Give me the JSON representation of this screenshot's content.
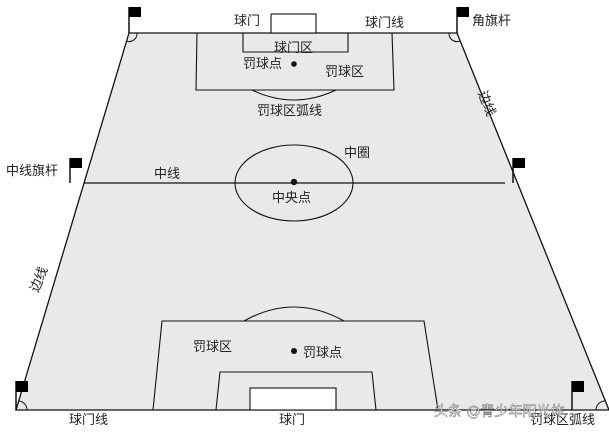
{
  "labels": {
    "goal_top": "球门",
    "goal_line_top": "球门线",
    "corner_flag": "角旗杆",
    "goal_area_top": "球门区",
    "penalty_spot_top": "罚球点",
    "penalty_area_top": "罚球区",
    "penalty_arc_top": "罚球区弧线",
    "touchline_right": "边线",
    "center_circle": "中圈",
    "halfway_flag": "中线旗杆",
    "halfway_line": "中线",
    "center_spot": "中央点",
    "touchline_left": "边线",
    "penalty_area_bottom": "罚球区",
    "penalty_spot_bottom": "罚球点",
    "goal_line_bottom": "球门线",
    "goal_bottom": "球门",
    "penalty_arc_bottom": "罚球区弧线"
  },
  "watermark": "头条 @青少年阳光体",
  "colors": {
    "field_fill": "#e9e9e9",
    "line": "#111111",
    "flag": "#000000"
  }
}
